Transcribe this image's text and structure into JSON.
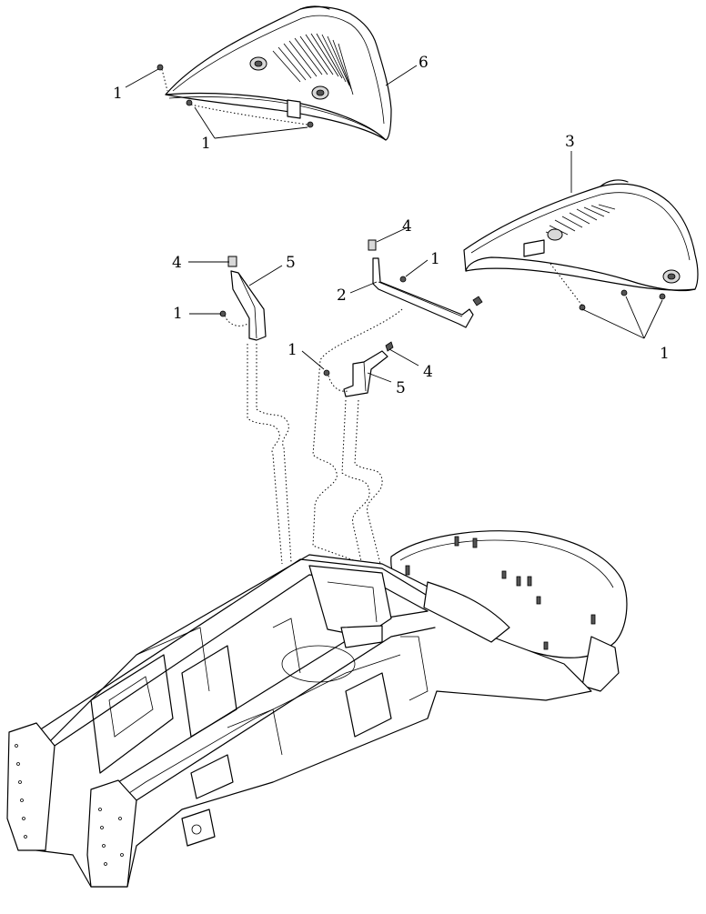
{
  "diagram": {
    "callouts": {
      "fender_left": "6",
      "fender_right": "3",
      "bracket_long": "2",
      "bracket_left": "5",
      "bracket_center": "5",
      "stud_left": "4",
      "stud_mid": "4",
      "stud_right": "4",
      "screw_tl": "1",
      "screw_tl_bottom": "1",
      "screw_bracket_left": "1",
      "screw_bracket_mid": "1",
      "screw_bracket_center": "1",
      "screw_right_fender": "1"
    }
  }
}
